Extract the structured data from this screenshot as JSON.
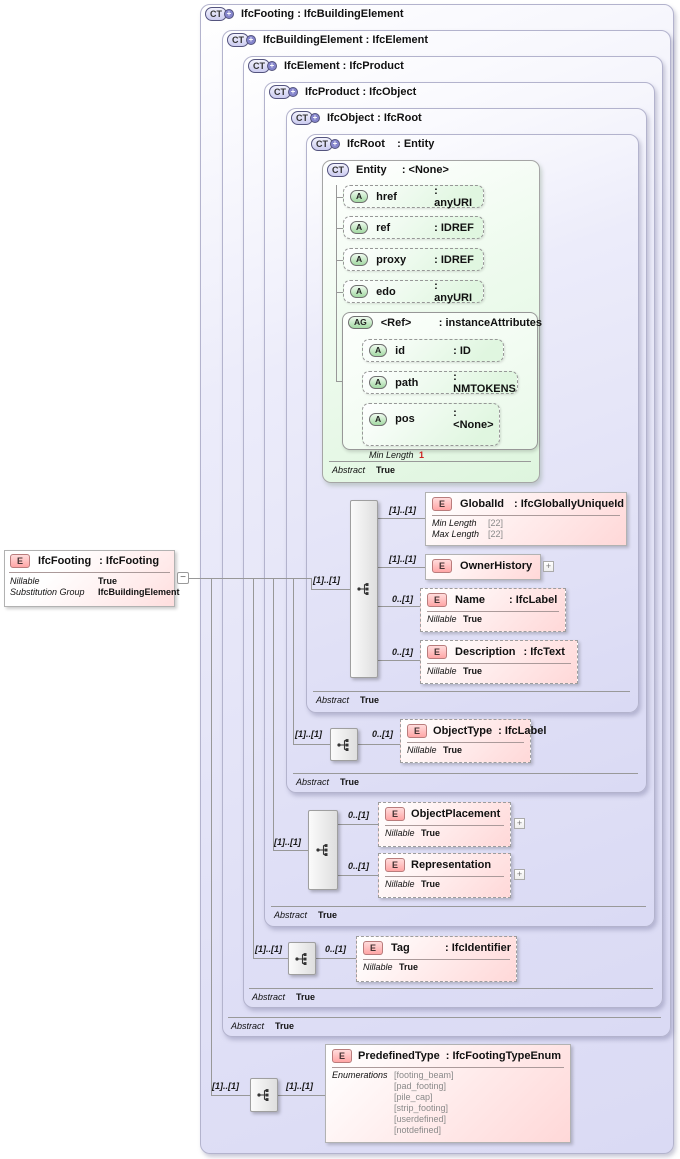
{
  "badges": {
    "ct": "CT",
    "plus": "+",
    "a": "A",
    "ag": "AG",
    "e": "E",
    "minus": "−",
    "expand": "+"
  },
  "source": {
    "name": "IfcFooting",
    "type": ": IfcFooting",
    "rows": [
      {
        "label": "Nillable",
        "value": "True"
      },
      {
        "label": "Substitution Group",
        "value": "IfcBuildingElement"
      }
    ]
  },
  "levels": [
    {
      "title": "IfcFooting : IfcBuildingElement"
    },
    {
      "title": "IfcBuildingElement : IfcElement"
    },
    {
      "title": "IfcElement : IfcProduct"
    },
    {
      "title": "IfcProduct : IfcObject"
    },
    {
      "title": "IfcObject : IfcRoot"
    },
    {
      "title": "IfcRoot    : Entity"
    }
  ],
  "entity": {
    "title": "Entity     : <None>",
    "attributes": [
      {
        "name": "href",
        "type": ": anyURI"
      },
      {
        "name": "ref",
        "type": ": IDREF"
      },
      {
        "name": "proxy",
        "type": ": IDREF"
      },
      {
        "name": "edo",
        "type": ": anyURI"
      }
    ],
    "group": {
      "name": "<Ref>",
      "type": ": instanceAttributes",
      "attributes": [
        {
          "name": "id",
          "type": ": ID"
        },
        {
          "name": "path",
          "type": ": NMTOKENS"
        },
        {
          "name": "pos",
          "type": ": <None>"
        }
      ],
      "pos_facet": {
        "label": "Min Length",
        "value": "1"
      }
    }
  },
  "labels": {
    "abstract": "Abstract",
    "true": "True",
    "nillable": "Nillable",
    "enumerations": "Enumerations"
  },
  "sequences": {
    "root": "[1]..[1]",
    "object": "[1]..[1]",
    "product": "[1]..[1]",
    "element": "[1]..[1]",
    "footing": "[1]..[1]"
  },
  "elements": {
    "global_id": {
      "cardinality": "[1]..[1]",
      "name": "GlobalId",
      "type": ": IfcGloballyUniqueId",
      "facets": [
        {
          "label": "Min Length",
          "value": "[22]"
        },
        {
          "label": "Max Length",
          "value": "[22]"
        }
      ]
    },
    "owner_history": {
      "cardinality": "[1]..[1]",
      "name": "OwnerHistory"
    },
    "name": {
      "cardinality": "0..[1]",
      "name": "Name",
      "type": ": IfcLabel"
    },
    "description": {
      "cardinality": "0..[1]",
      "name": "Description",
      "type": ": IfcText"
    },
    "object_type": {
      "cardinality": "0..[1]",
      "name": "ObjectType",
      "type": ": IfcLabel"
    },
    "object_placement": {
      "cardinality": "0..[1]",
      "name": "ObjectPlacement"
    },
    "representation": {
      "cardinality": "0..[1]",
      "name": "Representation"
    },
    "tag": {
      "cardinality": "0..[1]",
      "name": "Tag",
      "type": ": IfcIdentifier"
    },
    "predefined_type": {
      "cardinality": "[1]..[1]",
      "name": "PredefinedType",
      "type": ": IfcFootingTypeEnum",
      "enum_values": [
        "[footing_beam]",
        "[pad_footing]",
        "[pile_cap]",
        "[strip_footing]",
        "[userdefined]",
        "[notdefined]"
      ]
    }
  }
}
